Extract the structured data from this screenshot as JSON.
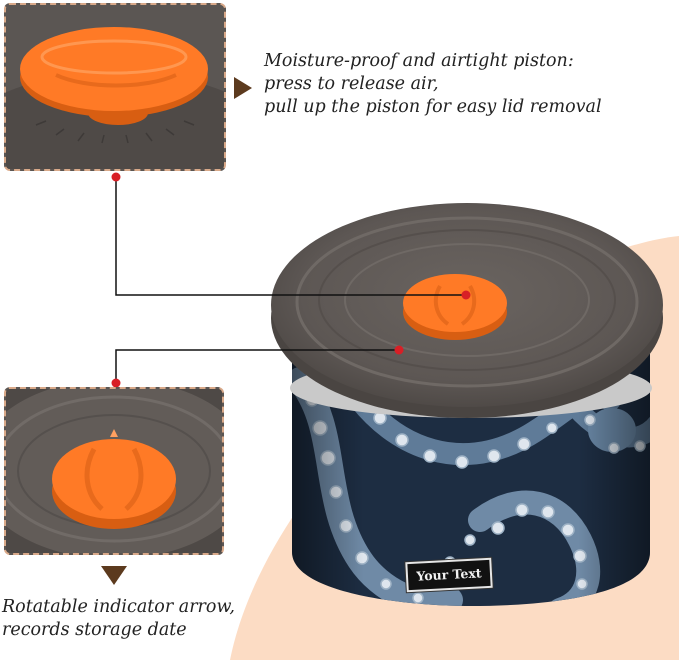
{
  "captions": {
    "top": {
      "line1": "Moisture-proof and airtight piston:",
      "line2": "press to release air,",
      "line3": "pull up the piston for easy lid removal"
    },
    "bottom": {
      "line1": "Rotatable indicator arrow,",
      "line2": "records storage date"
    }
  },
  "container": {
    "label_text": "Your Text"
  },
  "colors": {
    "accent_orange": "#ff7a26",
    "lid_gray": "#625c58",
    "body_navy": "#1d2d42",
    "peach_background": "#fcdcc4",
    "arrow_brown": "#5c3a1e",
    "leader_line": "#111111",
    "marker_red": "#d81f26"
  }
}
